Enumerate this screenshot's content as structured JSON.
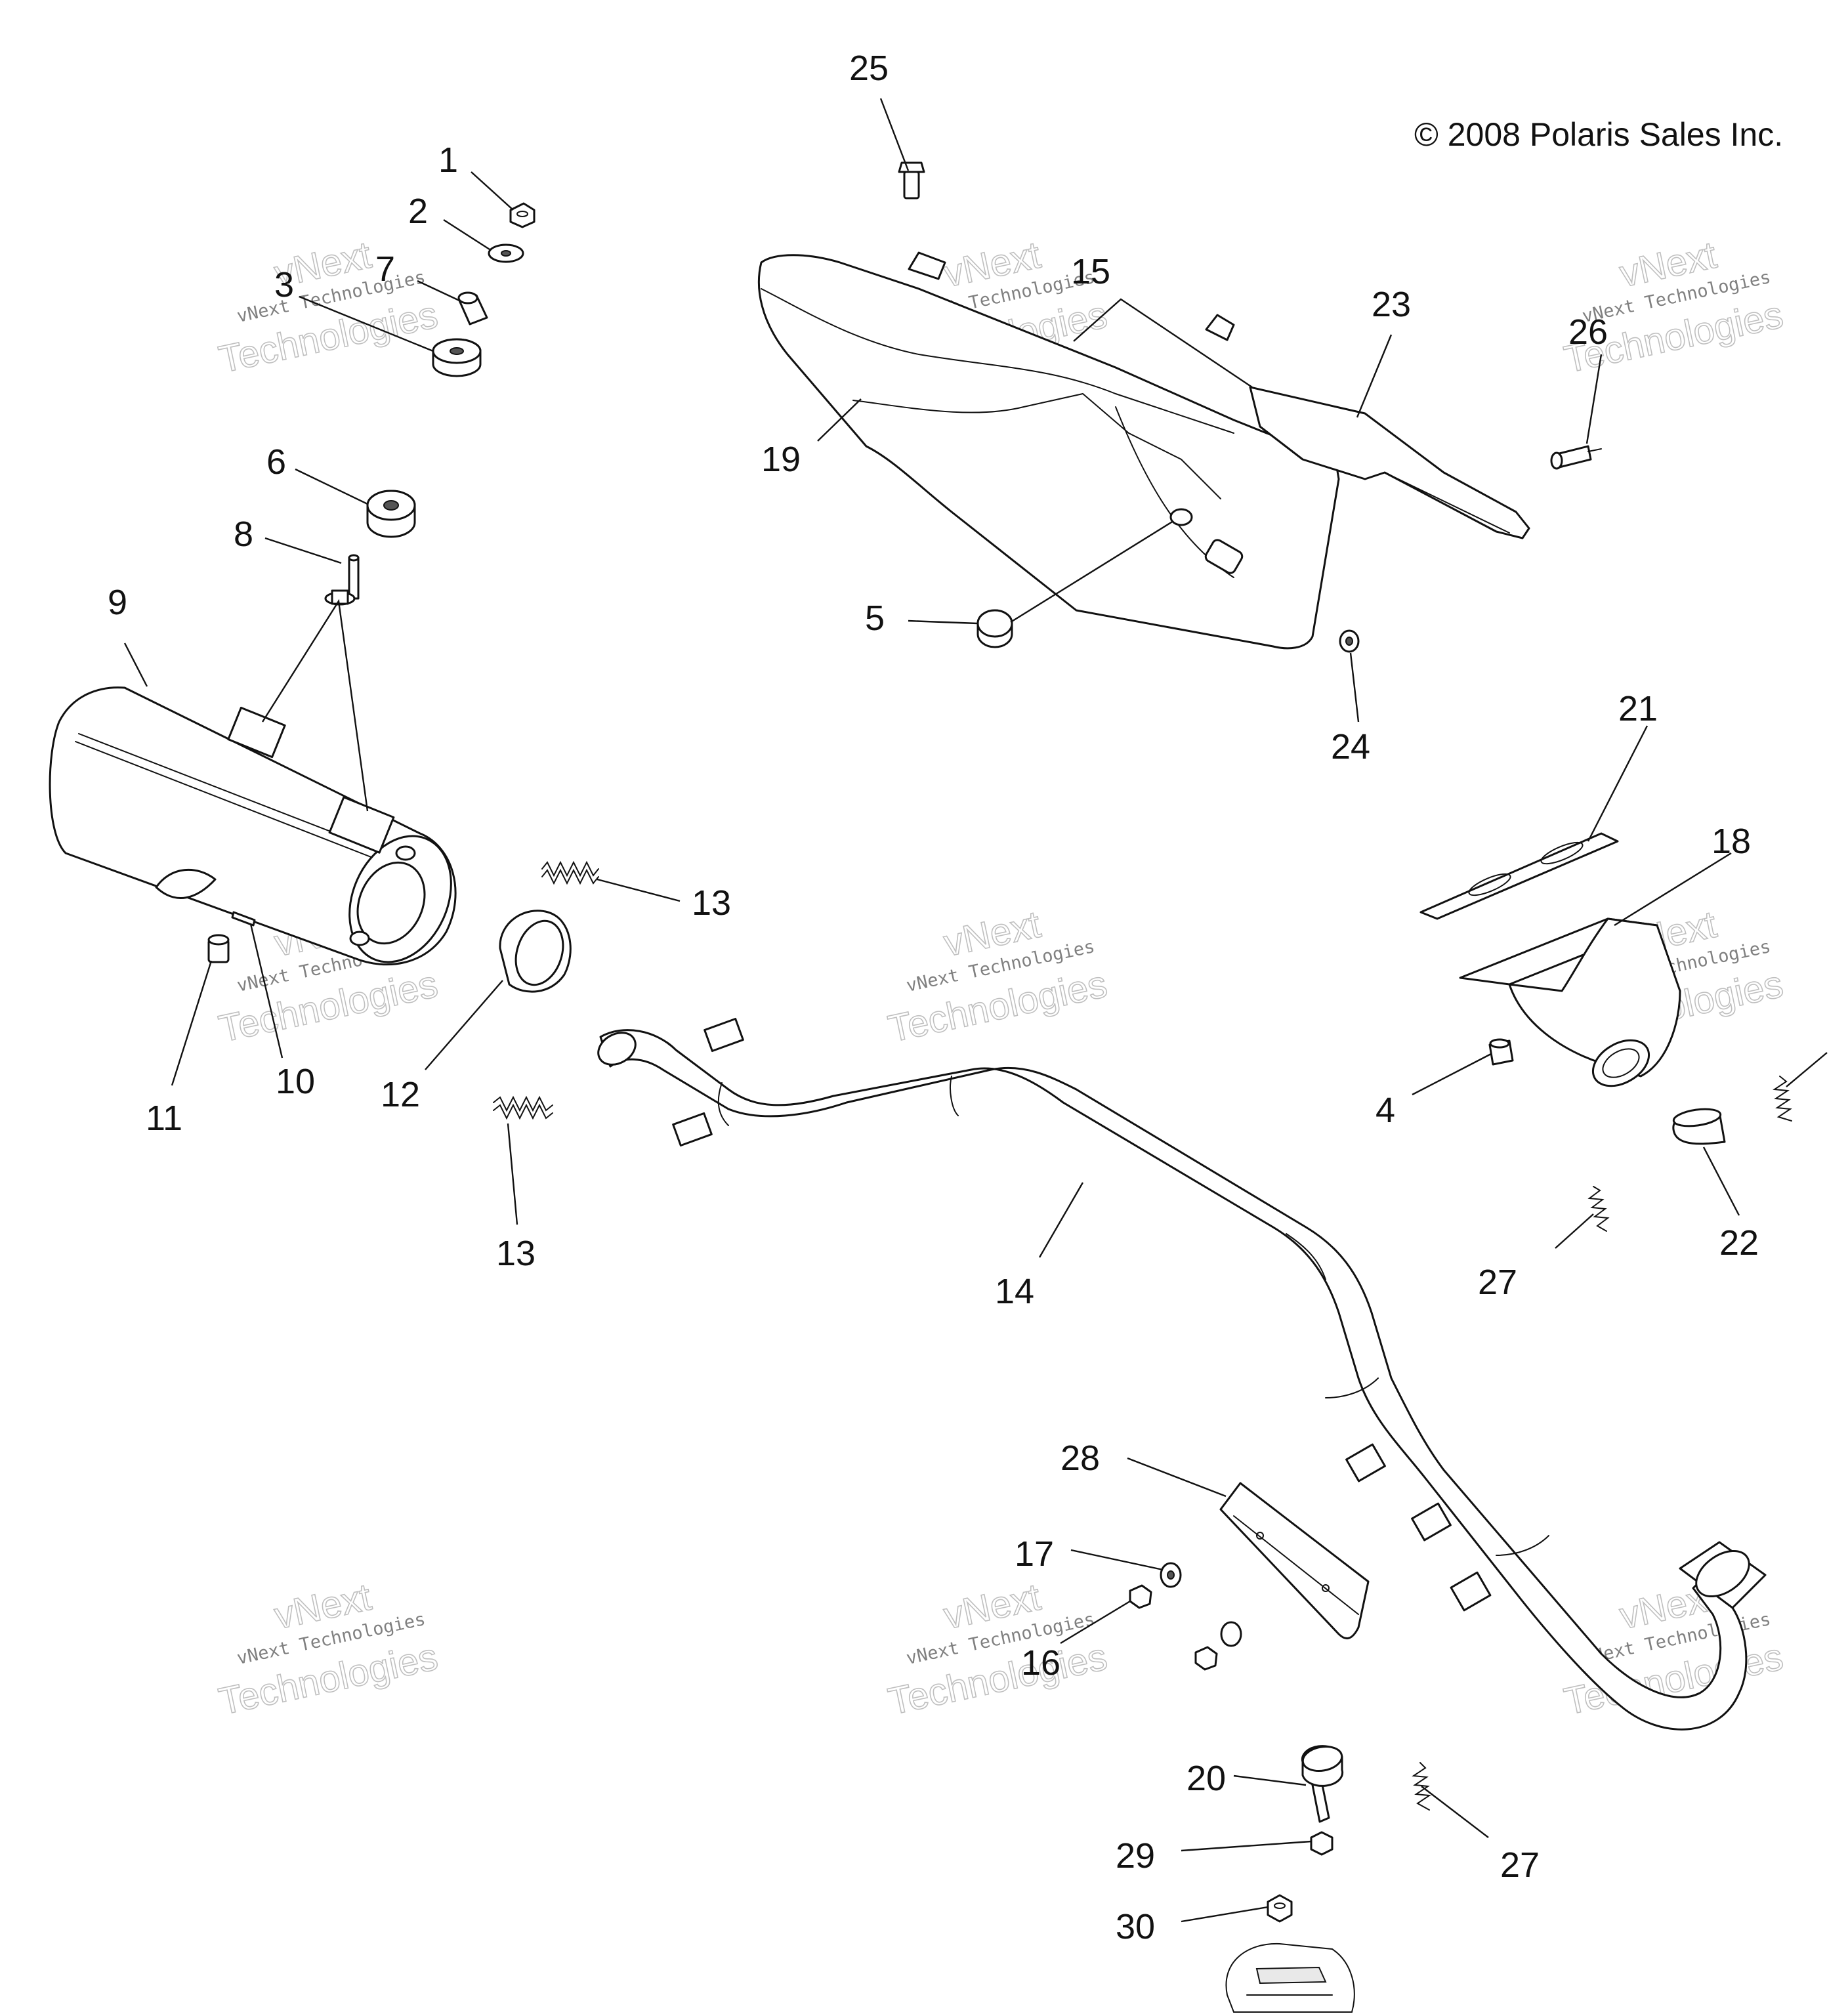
{
  "copyright": "© 2008 Polaris Sales Inc.",
  "watermark": {
    "line1": "vNext",
    "line2": "vNext Technologies",
    "line3": "Technologies"
  },
  "callouts": {
    "c1": "1",
    "c2": "2",
    "c3": "3",
    "c4": "4",
    "c5": "5",
    "c6": "6",
    "c7": "7",
    "c8": "8",
    "c9": "9",
    "c10": "10",
    "c11": "11",
    "c12": "12",
    "c13a": "13",
    "c13b": "13",
    "c14": "14",
    "c15": "15",
    "c16": "16",
    "c17": "17",
    "c18": "18",
    "c19": "19",
    "c20": "20",
    "c21": "21",
    "c22": "22",
    "c23": "23",
    "c24": "24",
    "c25": "25",
    "c26": "26",
    "c27a": "27",
    "c27b": "27",
    "c28": "28",
    "c29": "29",
    "c30": "30"
  }
}
